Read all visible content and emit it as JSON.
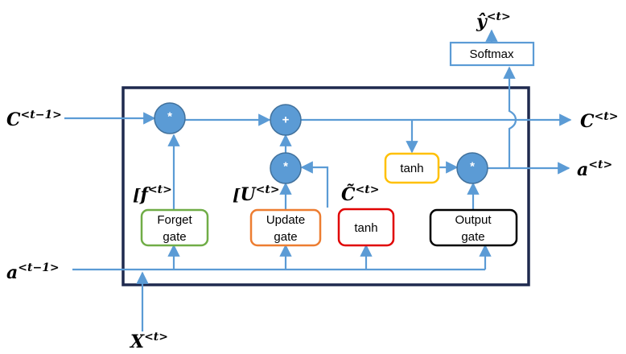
{
  "diagram": {
    "inputs": {
      "c_prev": {
        "main": "C",
        "sup": "<t−1>"
      },
      "a_prev": {
        "main": "a",
        "sup": "<t−1>"
      },
      "x_t": {
        "main": "X",
        "sup": "<t>"
      }
    },
    "outputs": {
      "y_hat": {
        "main": "ŷ",
        "sup": "<t>"
      },
      "c_t": {
        "main": "C",
        "sup": "<t>"
      },
      "a_t": {
        "main": "a",
        "sup": "<t>"
      }
    },
    "gate_signals": {
      "forget": {
        "bracket": "[",
        "main": "f",
        "sup": "<t>"
      },
      "update": {
        "bracket": "[",
        "main": "U",
        "sup": "<t>"
      },
      "candidate": {
        "main": "C̃",
        "sup": "<t>"
      }
    },
    "operators": {
      "multiply": "*",
      "add": "+"
    },
    "boxes": {
      "forget_gate": {
        "line1": "Forget",
        "line2": "gate",
        "color": "#70ad47"
      },
      "update_gate": {
        "line1": "Update",
        "line2": "gate",
        "color": "#ed7d31"
      },
      "tanh_candidate": {
        "label": "tanh",
        "color": "#e00000"
      },
      "tanh_output": {
        "label": "tanh",
        "color": "#ffc000"
      },
      "output_gate": {
        "line1": "Output",
        "line2": "gate",
        "color": "#000000"
      },
      "softmax": {
        "label": "Softmax",
        "color": "#5b9bd5"
      }
    },
    "colors": {
      "wire": "#5b9bd5",
      "cell_border": "#1f2a4f",
      "operator_fill": "#5b9bd5"
    }
  }
}
